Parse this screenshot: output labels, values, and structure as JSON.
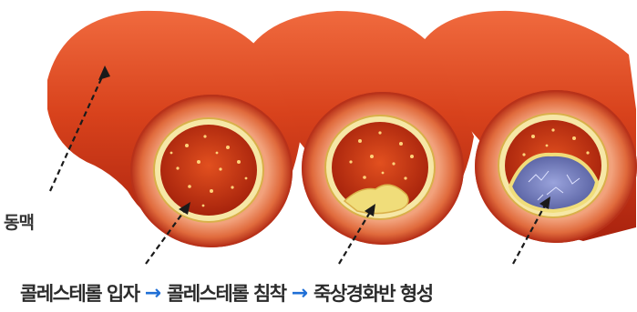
{
  "labels": {
    "artery": "동맥",
    "stage1": "콜레스테롤 입자",
    "stage2": "콜레스테롤 침착",
    "stage3": "죽상경화반 형성",
    "arrow_glyph": "→"
  },
  "colors": {
    "vessel_red": "#d8421c",
    "vessel_dark": "#9e1f0c",
    "lumen_cream": "#f6e7a6",
    "blood": "#c8300f",
    "plaque_yellow": "#f0dd7a",
    "plaque_blue": "#6b73b8",
    "arrow_blue": "#1f6fd6"
  }
}
